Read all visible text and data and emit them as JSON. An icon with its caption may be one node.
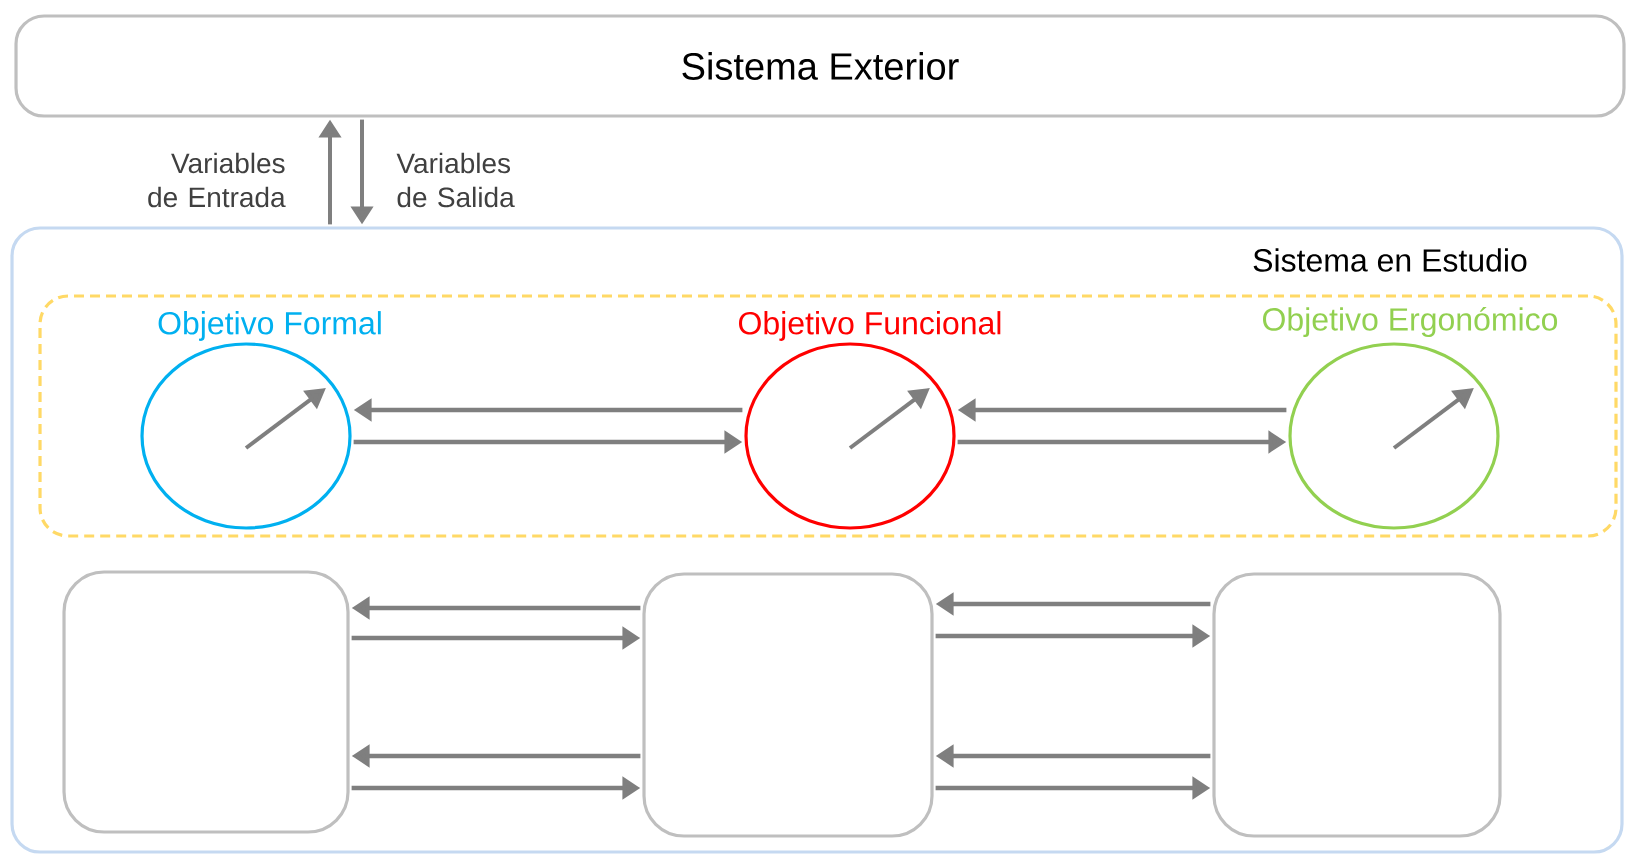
{
  "diagram": {
    "nodes": [
      {
        "text": [
          "Sistema Exterior"
        ]
      },
      {
        "text": [
          "Sistema en Estudio"
        ]
      },
      {
        "text": [],
        "shape": "box",
        "in": 1
      },
      {
        "text": [
          "Objetivo Formal"
        ],
        "in": 2
      },
      {
        "text": [
          "Objetivo Funcional"
        ],
        "in": 2
      },
      {
        "text": [
          "Objetivo Ergonómico"
        ],
        "in": 2
      },
      {
        "text": [],
        "shape": "box",
        "in": 1
      },
      {
        "text": [],
        "shape": "box",
        "in": 1
      },
      {
        "text": [],
        "shape": "box",
        "in": 1
      }
    ],
    "edges": [
      {
        "from": 1,
        "to": 0,
        "arrow": "to",
        "label": "Variables de Entrada"
      },
      {
        "from": 0,
        "to": 1,
        "arrow": "to",
        "label": "Variables de Salida"
      },
      {
        "from": 4,
        "to": 3,
        "arrow": "to"
      },
      {
        "from": 3,
        "to": 4,
        "arrow": "to"
      },
      {
        "from": 5,
        "to": 4,
        "arrow": "to"
      },
      {
        "from": 4,
        "to": 5,
        "arrow": "to"
      },
      {
        "from": 7,
        "to": 6,
        "arrow": "to"
      },
      {
        "from": 6,
        "to": 7,
        "arrow": "to"
      },
      {
        "from": 7,
        "to": 6,
        "arrow": "to"
      },
      {
        "from": 6,
        "to": 7,
        "arrow": "to"
      },
      {
        "from": 8,
        "to": 7,
        "arrow": "to"
      },
      {
        "from": 7,
        "to": 8,
        "arrow": "to"
      },
      {
        "from": 8,
        "to": 7,
        "arrow": "to"
      },
      {
        "from": 7,
        "to": 8,
        "arrow": "to"
      }
    ]
  }
}
